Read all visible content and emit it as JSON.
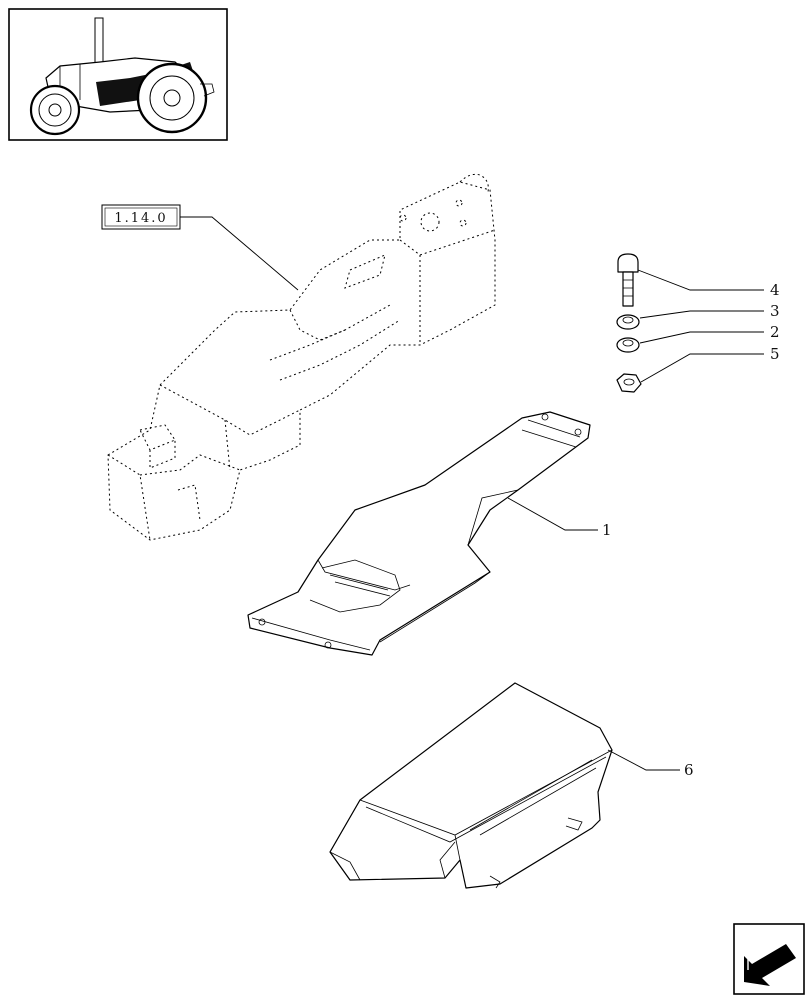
{
  "reference_label": "1.14.0",
  "callouts": [
    {
      "id": "1",
      "text": "1"
    },
    {
      "id": "2",
      "text": "2"
    },
    {
      "id": "3",
      "text": "3"
    },
    {
      "id": "4",
      "text": "4"
    },
    {
      "id": "5",
      "text": "5"
    },
    {
      "id": "6",
      "text": "6"
    }
  ],
  "icons": {
    "thumbnail": "tractor-thumbnail-icon",
    "navigation": "next-page-arrow-icon"
  }
}
